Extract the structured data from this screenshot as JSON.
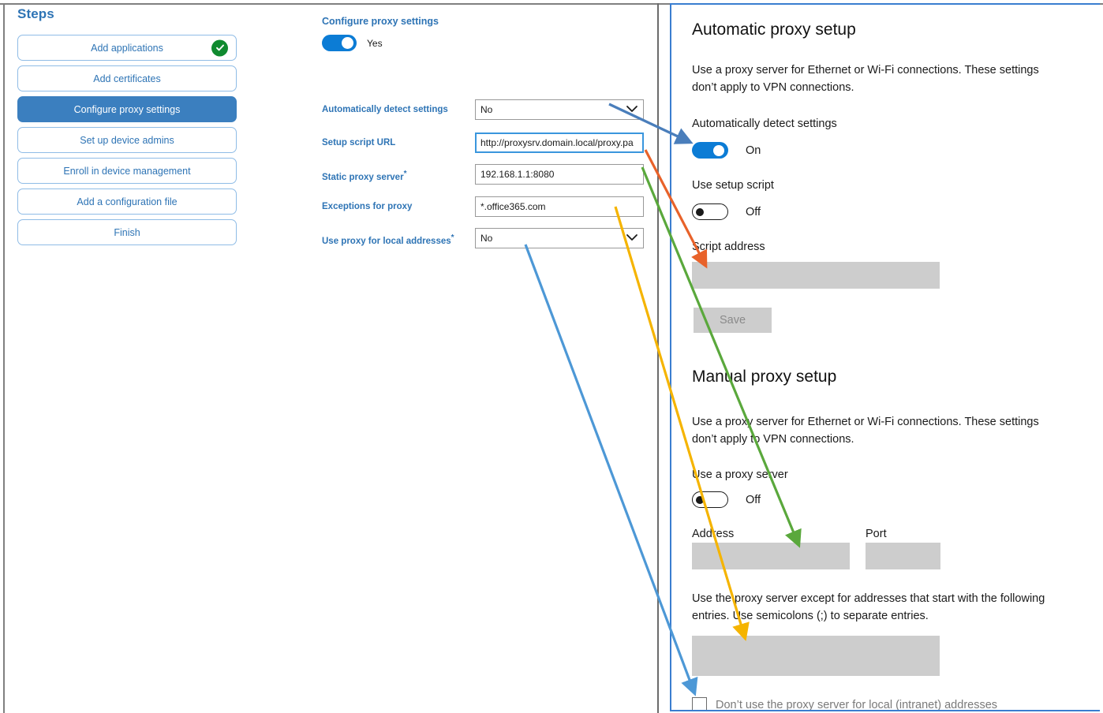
{
  "steps_panel": {
    "title": "Steps",
    "items": [
      {
        "label": "Add applications",
        "state": "completed",
        "selected": false
      },
      {
        "label": "Add certificates",
        "state": "normal",
        "selected": false
      },
      {
        "label": "Configure proxy settings",
        "state": "normal",
        "selected": true
      },
      {
        "label": "Set up device admins",
        "state": "normal",
        "selected": false
      },
      {
        "label": "Enroll in device management",
        "state": "normal",
        "selected": false
      },
      {
        "label": "Add a configuration file",
        "state": "normal",
        "selected": false
      },
      {
        "label": "Finish",
        "state": "normal",
        "selected": false
      }
    ],
    "accent_color": "#2e74b5",
    "selected_color": "#3b7fbf",
    "check_color": "#0f8a2f"
  },
  "form": {
    "heading": "Configure proxy settings",
    "enabled_toggle": {
      "value": "Yes",
      "on": true
    },
    "fields": [
      {
        "label": "Automatically detect settings",
        "required": false,
        "type": "select",
        "value": "No",
        "focused": false
      },
      {
        "label": "Setup script URL",
        "required": false,
        "type": "text",
        "value": "http://proxysrv.domain.local/proxy.pa",
        "focused": true
      },
      {
        "label": "Static proxy server",
        "required": true,
        "type": "text",
        "value": "192.168.1.1:8080",
        "focused": false
      },
      {
        "label": "Exceptions for proxy",
        "required": true,
        "type": "text",
        "value": "*.office365.com",
        "focused": false
      },
      {
        "label": "Use proxy for local addresses",
        "required": true,
        "type": "select",
        "value": "No",
        "focused": false
      }
    ]
  },
  "settings_pane": {
    "automatic": {
      "heading": "Automatic proxy setup",
      "description": "Use a proxy server for Ethernet or Wi-Fi connections. These settings don’t apply to VPN connections.",
      "auto_detect_label": "Automatically detect settings",
      "auto_detect_state": "On",
      "use_script_label": "Use setup script",
      "use_script_state": "Off",
      "script_address_label": "Script address",
      "script_address_value": "",
      "save_label": "Save"
    },
    "manual": {
      "heading": "Manual proxy setup",
      "description": "Use a proxy server for Ethernet or Wi-Fi connections. These settings don’t apply to VPN connections.",
      "use_proxy_label": "Use a proxy server",
      "use_proxy_state": "Off",
      "address_label": "Address",
      "address_value": "",
      "port_label": "Port",
      "port_value": "",
      "exceptions_description": "Use the proxy server except for addresses that start with the following entries. Use semicolons (;) to separate entries.",
      "exceptions_value": "",
      "bypass_local_label": "Don’t use the proxy server for local (intranet) addresses",
      "bypass_local_checked": false
    }
  },
  "annotations": {
    "arrows": [
      {
        "name": "arrow-auto-detect",
        "color": "#4a7ebb",
        "from_field": "Automatically detect settings",
        "to_target": "Automatically detect settings toggle"
      },
      {
        "name": "arrow-setup-script-url",
        "color": "#e8622a",
        "from_field": "Setup script URL",
        "to_target": "Script address box"
      },
      {
        "name": "arrow-static-proxy-server",
        "color": "#5aa83c",
        "from_field": "Static proxy server",
        "to_target": "Address box"
      },
      {
        "name": "arrow-exceptions-for-proxy",
        "color": "#f5b400",
        "from_field": "Exceptions for proxy",
        "to_target": "Exceptions box"
      },
      {
        "name": "arrow-use-proxy-local",
        "color": "#4d98d6",
        "from_field": "Use proxy for local addresses",
        "to_target": "Don’t use the proxy server for local (intranet) addresses checkbox"
      }
    ]
  }
}
